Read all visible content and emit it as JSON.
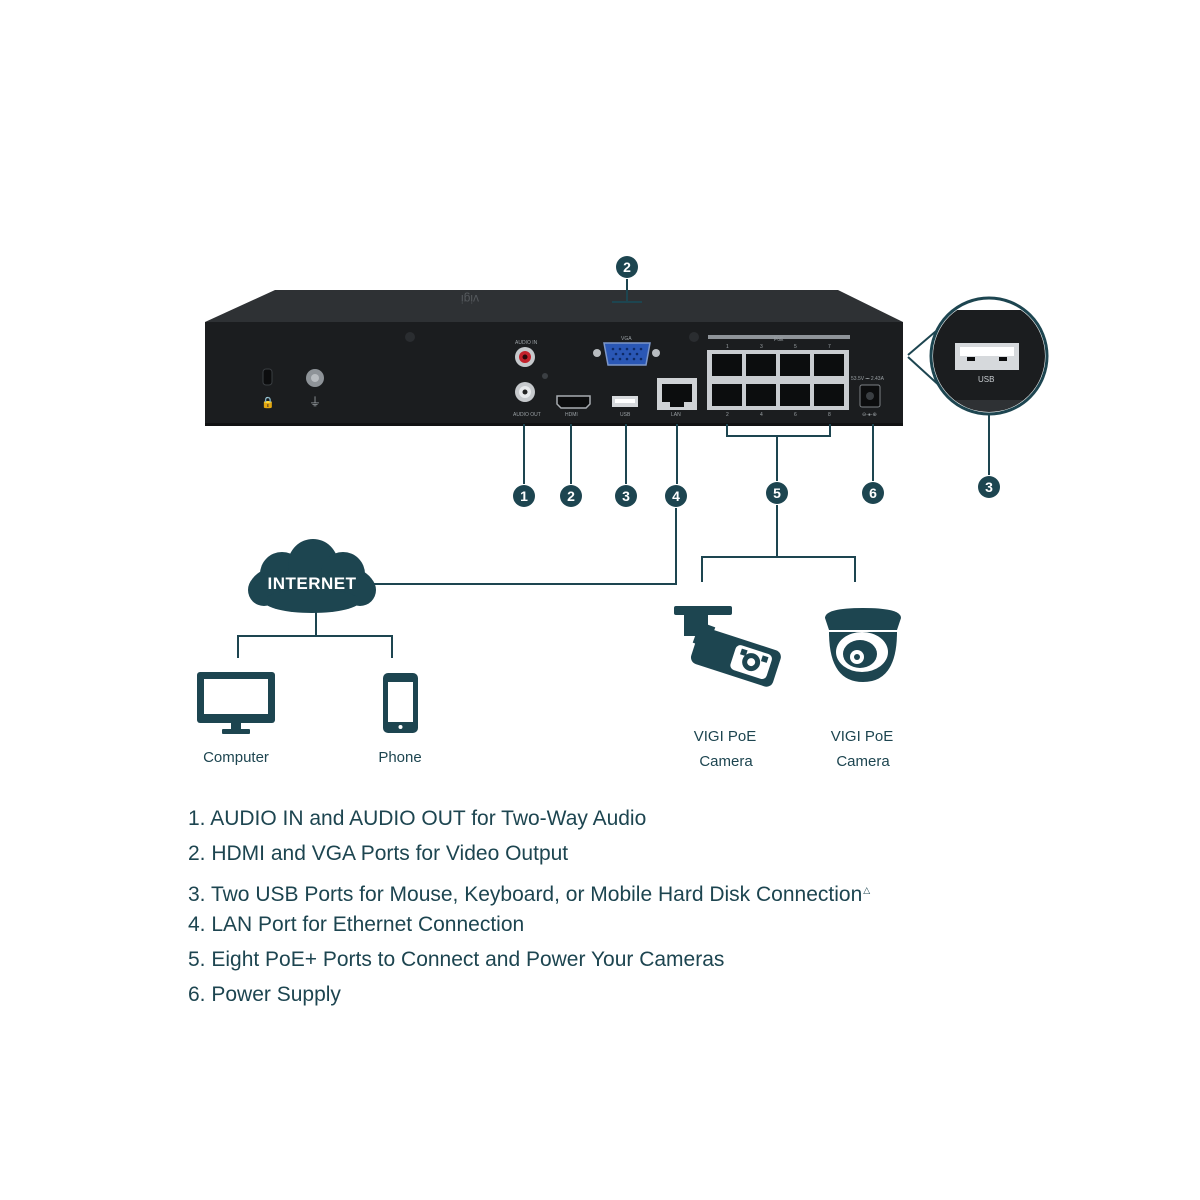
{
  "device": {
    "brand": "vigi",
    "panel_labels": {
      "audio_in": "AUDIO IN",
      "audio_out": "AUDIO OUT",
      "vga": "VGA",
      "hdmi": "HDMI",
      "usb": "USB",
      "lan": "LAN",
      "poe": "PoE",
      "power": "53.5V ⎓ 2.43A",
      "zoom_usb": "USB"
    },
    "poe_top_numbers": [
      "1",
      "3",
      "5",
      "7"
    ],
    "poe_bottom_numbers": [
      "2",
      "4",
      "6",
      "8"
    ]
  },
  "callouts": {
    "vga_top": "2",
    "audio": "1",
    "hdmi": "2",
    "usb": "3",
    "lan": "4",
    "poe": "5",
    "power": "6",
    "zoom_usb": "3"
  },
  "network": {
    "cloud_label": "INTERNET",
    "computer_label": "Computer",
    "phone_label": "Phone",
    "camera1_line1": "VIGI PoE",
    "camera1_line2": "Camera",
    "camera2_line1": "VIGI PoE",
    "camera2_line2": "Camera"
  },
  "legend": [
    "1. AUDIO IN and AUDIO OUT for Two-Way Audio",
    "2. HDMI and VGA Ports for Video Output",
    "3. Two USB Ports for Mouse, Keyboard, or Mobile Hard Disk Connection",
    "4. LAN Port for Ethernet Connection",
    "5. Eight PoE+ Ports to Connect and Power Your Cameras",
    "6. Power Supply"
  ],
  "legend_note_mark": "△",
  "colors": {
    "teal": "#1d4550",
    "device_body": "#1c1e20",
    "device_top": "#2b2e31"
  }
}
